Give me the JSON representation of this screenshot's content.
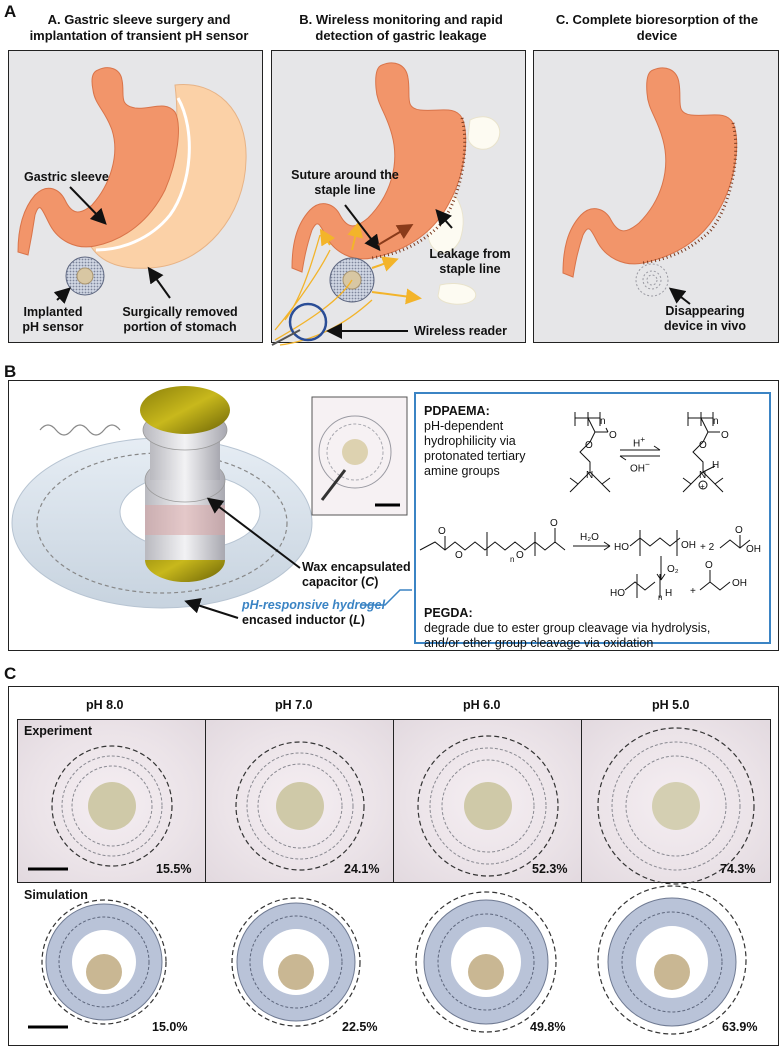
{
  "panelA": {
    "letter": "A",
    "headers": [
      {
        "line1": "A. Gastric sleeve surgery and",
        "line2": "implantation of transient pH sensor"
      },
      {
        "line1": "B. Wireless monitoring and rapid",
        "line2": "detection of gastric leakage"
      },
      {
        "line1": "C. Complete bioresorption of the",
        "line2": "device"
      }
    ],
    "labels": {
      "gastric_sleeve": "Gastric sleeve",
      "implanted_1": "Implanted",
      "implanted_2": "pH sensor",
      "removed_1": "Surgically removed",
      "removed_2": "portion of stomach",
      "suture_1": "Suture around the",
      "suture_2": "staple line",
      "leakage_1": "Leakage from",
      "leakage_2": "staple line",
      "reader": "Wireless reader",
      "disappear_1": "Disappearing",
      "disappear_2": "device in vivo"
    }
  },
  "panelB": {
    "letter": "B",
    "wax_1": "Wax encapsulated",
    "wax_2": "capacitor (",
    "wax_var": "C",
    "wax_3": ")",
    "hydrogel": "pH-responsive hydrogel",
    "inductor_1": "encased inductor (",
    "inductor_var": "L",
    "inductor_2": ")",
    "pdpaema_title": "PDPAEMA:",
    "pdpaema_1": "pH-dependent",
    "pdpaema_2": "hydrophilicity via",
    "pdpaema_3": "protonated tertiary",
    "pdpaema_4": "amine groups",
    "hplus": "H",
    "hplus_sup": "+",
    "ohminus": "OH",
    "ohminus_sup": "−",
    "h2o": "H₂O",
    "o2": "O₂",
    "two": "+ 2",
    "pegda_title": "PEGDA:",
    "pegda_1": "degrade due to ester group cleavage via hydrolysis,",
    "pegda_2": "and/or ether group cleavage via oxidation",
    "accent": "#3b84c4"
  },
  "panelC": {
    "letter": "C",
    "ph_labels": [
      "pH 8.0",
      "pH 7.0",
      "pH 6.0",
      "pH 5.0"
    ],
    "experiment_label": "Experiment",
    "experiment_pct": [
      "15.5%",
      "24.1%",
      "52.3%",
      "74.3%"
    ],
    "simulation_label": "Simulation",
    "simulation_pct": [
      "15.0%",
      "22.5%",
      "49.8%",
      "63.9%"
    ]
  },
  "colors": {
    "stomach_orange": "#f2956a",
    "removed_peach": "#fbd1a7",
    "panel_gray": "#e6e6e8",
    "coil_blue": "#b9c3d8",
    "bead_tan": "#c9b793",
    "wireless_yellow": "#f3b42a",
    "reader_blue": "#2a4d96"
  }
}
